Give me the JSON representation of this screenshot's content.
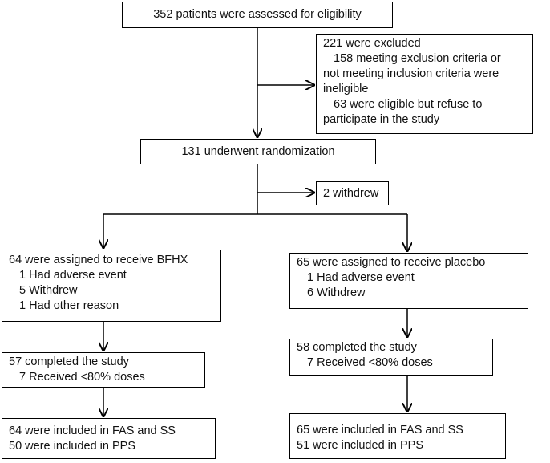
{
  "flowchart": {
    "assessed": "352 patients were assessed for eligibility",
    "excluded": {
      "title": "221 were excluded",
      "reason_1_line_1": "158 meeting exclusion criteria or",
      "reason_1_line_2": "not meeting inclusion criteria were",
      "reason_1_line_3": "ineligible",
      "reason_2_line_1": "63 were eligible but refuse to",
      "reason_2_line_2": "participate in the study"
    },
    "randomized": "131 underwent randomization",
    "withdrew": "2 withdrew",
    "arm_bfhx": {
      "assigned": "64 were assigned to receive BFHX",
      "adverse": "1 Had adverse event",
      "withdrew": "5 Withdrew",
      "other": "1 Had other reason",
      "completed": "57 completed the study",
      "low_dose": "7 Received <80% doses",
      "fas_ss": "64 were included in FAS and SS",
      "pps": "50 were included in PPS"
    },
    "arm_placebo": {
      "assigned": "65 were assigned to receive placebo",
      "adverse": "1 Had adverse event",
      "withdrew": "6 Withdrew",
      "completed": "58 completed the study",
      "low_dose": "7 Received <80% doses",
      "fas_ss": "65 were included in FAS and SS",
      "pps": "51 were included in PPS"
    }
  },
  "colors": {
    "line": "#000000",
    "background": "#ffffff",
    "text": "#111111"
  }
}
